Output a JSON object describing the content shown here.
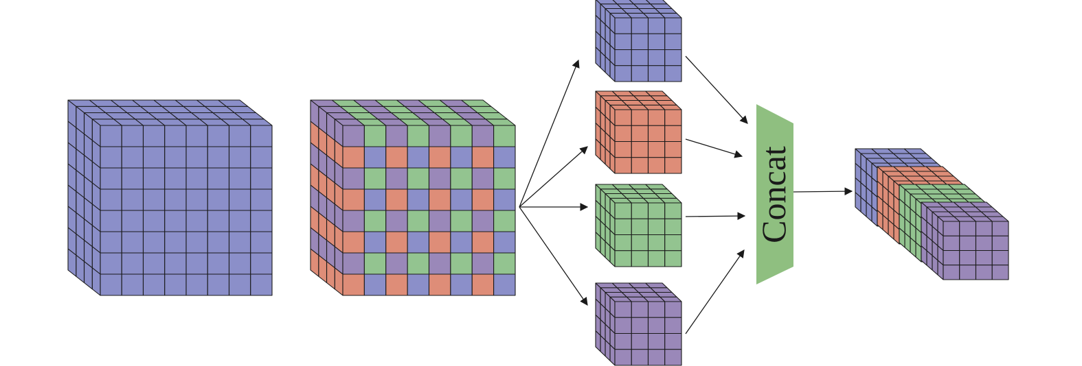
{
  "colors": {
    "blue": "#8b8fc9",
    "blue_side": "#8b8fc9",
    "salmon": "#de8d78",
    "green": "#93c490",
    "purple": "#9a88b9",
    "concat_fill": "#8fbf80",
    "stroke": "#1a1a1a"
  },
  "input_block": {
    "grid": [
      8,
      8,
      4
    ],
    "color": "blue"
  },
  "dilated_block": {
    "grid": [
      8,
      8,
      4
    ],
    "pattern": [
      [
        "purple",
        "green",
        "purple",
        "green",
        "purple",
        "green",
        "purple",
        "green"
      ],
      [
        "salmon",
        "blue",
        "salmon",
        "blue",
        "salmon",
        "blue",
        "salmon",
        "blue"
      ]
    ],
    "top_pattern": [
      "purple",
      "green"
    ],
    "side_pattern": [
      "purple",
      "salmon"
    ]
  },
  "sub_blocks": [
    {
      "name": "sub-block-blue",
      "color": "blue"
    },
    {
      "name": "sub-block-salmon",
      "color": "salmon"
    },
    {
      "name": "sub-block-green",
      "color": "green"
    },
    {
      "name": "sub-block-purple",
      "color": "purple"
    }
  ],
  "concat": {
    "label": "Concat"
  },
  "output_block": {
    "layers": [
      "blue",
      "salmon",
      "green",
      "purple"
    ],
    "grid": [
      4,
      4
    ]
  }
}
